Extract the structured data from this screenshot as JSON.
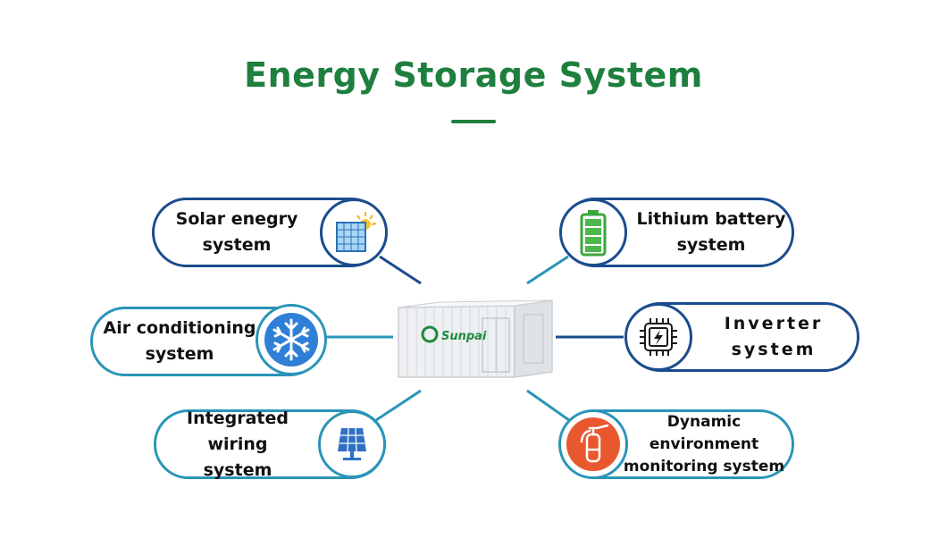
{
  "header": {
    "title": "Energy Storage System"
  },
  "container": {
    "brand": "Sunpai"
  },
  "features": [
    {
      "lines": [
        "Solar enegry",
        "system"
      ],
      "icon": "solar-sun-icon"
    },
    {
      "lines": [
        "Lithium battery",
        "system"
      ],
      "icon": "battery-icon"
    },
    {
      "lines": [
        "Air conditioning",
        "system"
      ],
      "icon": "snowflake-icon"
    },
    {
      "lines": [
        "Inverter",
        "system"
      ],
      "icon": "inverter-chip-icon"
    },
    {
      "lines": [
        "Integrated wiring",
        "system"
      ],
      "icon": "solar-panel-icon"
    },
    {
      "lines": [
        "Dynamic",
        "environment",
        "monitoring system"
      ],
      "icon": "fire-extinguisher-icon"
    }
  ],
  "colors": {
    "title_green": "#1e7f3f",
    "outline_dark_blue": "#1b4c8d",
    "outline_teal": "#2a94b8",
    "snowflake_blue": "#2f7fd6",
    "battery_green": "#3aa63a",
    "extinguisher_orange": "#e8572e"
  }
}
